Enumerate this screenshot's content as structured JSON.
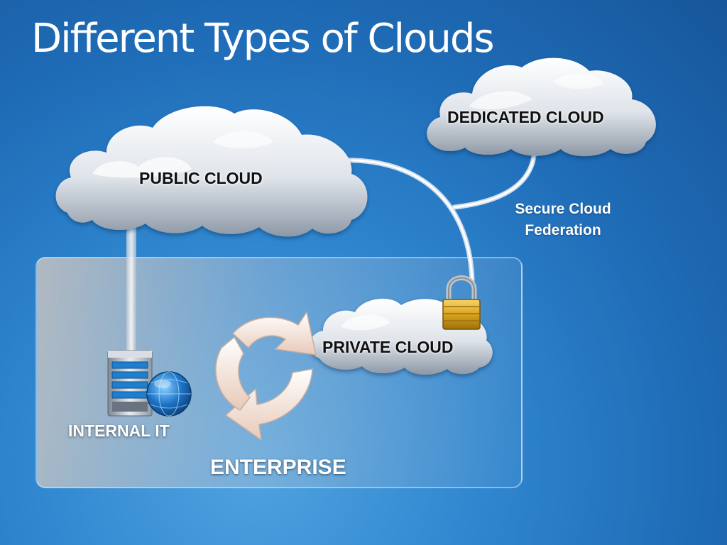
{
  "slide": {
    "title": "Different Types of Clouds"
  },
  "clouds": {
    "public": "PUBLIC CLOUD",
    "dedicated": "DEDICATED CLOUD",
    "private": "PRIVATE CLOUD"
  },
  "federation": {
    "line1": "Secure Cloud",
    "line2": "Federation"
  },
  "enterprise": {
    "internal_it": "INTERNAL IT",
    "label": "ENTERPRISE"
  },
  "icons": {
    "lock": "padlock-icon",
    "server": "server-tower-icon",
    "globe": "globe-icon",
    "cycle": "circular-arrows-icon"
  },
  "colors": {
    "background": "#2f86cf",
    "cloud_text": "#111111",
    "label_text": "#ffffff",
    "lock_gold": "#d9a520"
  }
}
